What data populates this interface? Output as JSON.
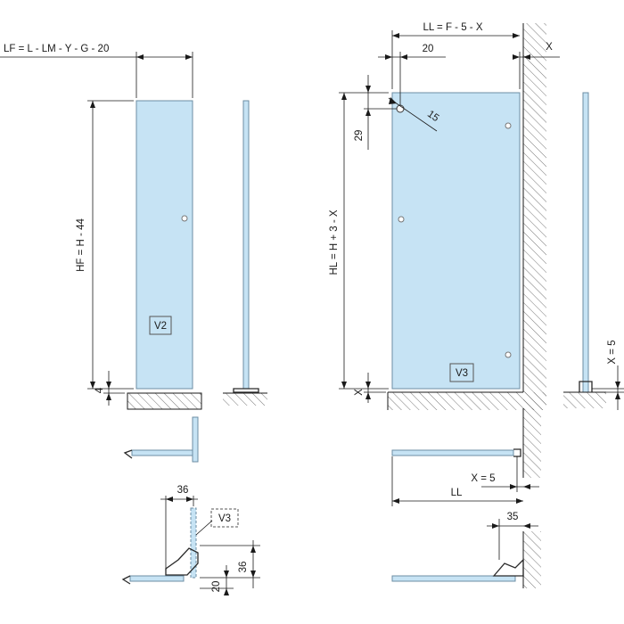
{
  "left_panel": {
    "width_formula": "LF = L  - LM - Y - G - 20",
    "height_formula": "HF = H - 44",
    "gap_dim": "4",
    "tag": "V2"
  },
  "right_panel": {
    "width_formula": "LL = F - 5 - X",
    "offset_dim": "20",
    "wall_gap": "X",
    "height_formula": "HL = H + 3 - X",
    "hole_dim": "29",
    "diameter": "15",
    "tag": "V3",
    "floor_gap": "X",
    "side_gap": "X = 5"
  },
  "plan_right": {
    "gap": "X = 5",
    "length": "LL",
    "offset": "35"
  },
  "plan_left": {
    "offset": "36",
    "tag": "V3",
    "depth": "36",
    "height": "20"
  }
}
